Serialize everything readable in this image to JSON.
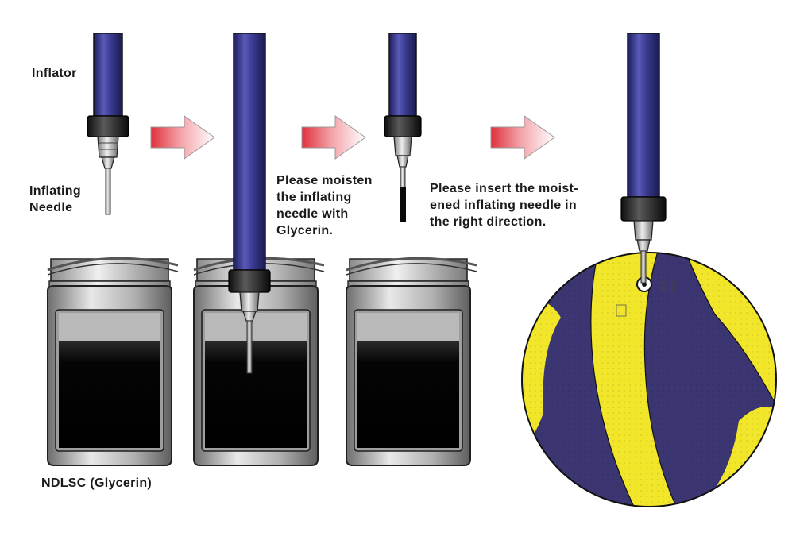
{
  "labels": {
    "inflator": "Inflator",
    "needle_line1": "Inflating",
    "needle_line2": "Needle",
    "glycerin_bottle": "NDLSC (Glycerin)",
    "step2_line1": "Please moisten",
    "step2_line2": "the inflating",
    "step2_line3": "needle with",
    "step2_line4": "Glycerin.",
    "step3_line1": "Please insert the moist-",
    "step3_line2": "ened inflating needle in",
    "step3_line3": "the right direction."
  },
  "colors": {
    "inflator_blue": "#3a3a90",
    "arrow_red": "#e0313c",
    "ball_yellow": "#f2e62a",
    "ball_navy": "#3b3572",
    "jar_dark": "#111111",
    "jar_gray": "#a8a8a8"
  },
  "icons": [
    "inflator-icon",
    "needle-icon",
    "arrow-right-icon",
    "glycerin-jar-icon",
    "volleyball-icon"
  ]
}
